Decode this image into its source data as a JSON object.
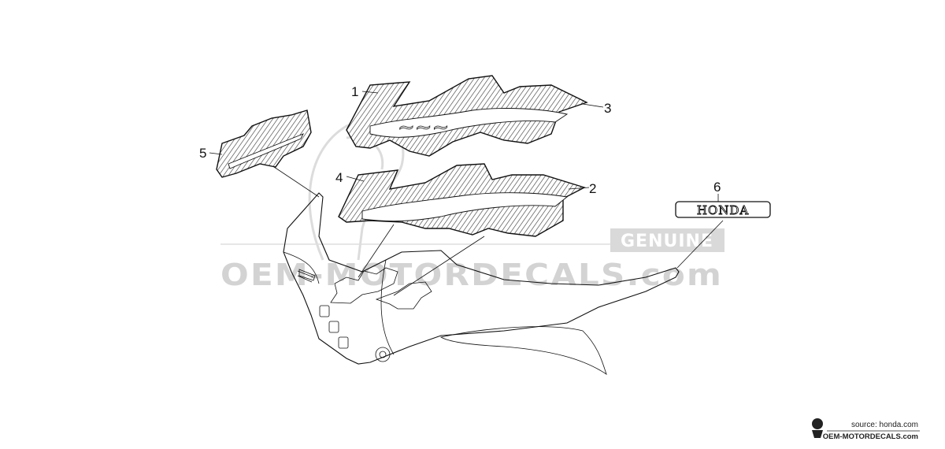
{
  "diagram": {
    "callouts": [
      {
        "id": "1",
        "label": "1"
      },
      {
        "id": "2",
        "label": "2"
      },
      {
        "id": "3",
        "label": "3"
      },
      {
        "id": "4",
        "label": "4"
      },
      {
        "id": "5",
        "label": "5"
      },
      {
        "id": "6",
        "label": "6"
      }
    ],
    "emblem_text": "HONDA"
  },
  "watermark": {
    "main_text": "OEM-MOTORDECALS.com",
    "badge_text": "GENUINE"
  },
  "footer": {
    "source_text": "source: honda.com",
    "site_text": "OEM-MOTORDECALS.com"
  },
  "colors": {
    "line": "#111111",
    "watermark": "#d3d3d3"
  }
}
